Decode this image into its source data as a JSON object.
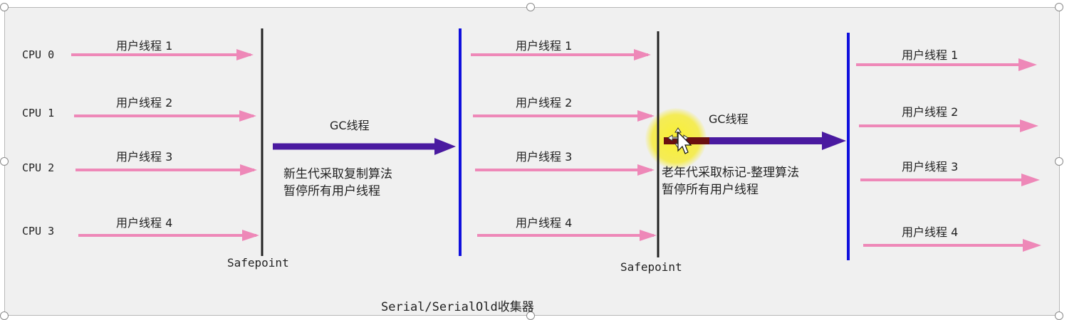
{
  "cpus": [
    "CPU 0",
    "CPU 1",
    "CPU 2",
    "CPU 3"
  ],
  "user_threads": [
    "用户线程 1",
    "用户线程 2",
    "用户线程 3",
    "用户线程 4"
  ],
  "safepoint_label": "Safepoint",
  "gc_label": "GC线程",
  "phase1_desc": [
    "新生代采取复制算法",
    "暂停所有用户线程"
  ],
  "phase2_desc": [
    "老年代采取标记-整理算法",
    "暂停所有用户线程"
  ],
  "caption": "Serial/SerialOld收集器",
  "colors": {
    "user_arrow": "#ee88b8",
    "gc_arrow": "#4a1aa0",
    "safepoint_line": "#222222",
    "resume_line": "#1010dd",
    "canvas_bg": "#f0f0f0",
    "cursor_highlight": "#f5ea3c"
  },
  "icons": [
    "move-cursor-icon",
    "pointer-cursor-icon"
  ]
}
